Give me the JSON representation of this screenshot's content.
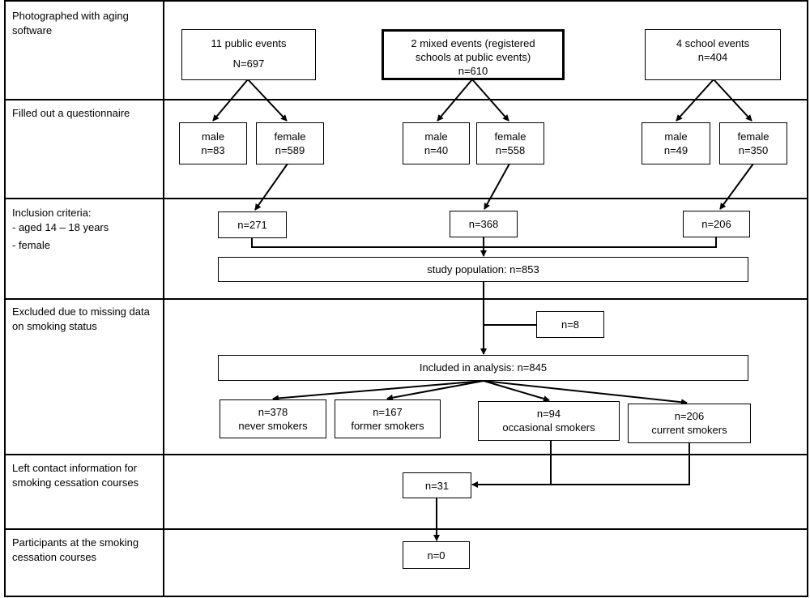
{
  "rows": [
    {
      "label": "Photographed with aging software"
    },
    {
      "label": "Filled out a questionnaire"
    },
    {
      "label_lines": [
        "Inclusion criteria:",
        "- aged 14 – 18 years",
        "- female"
      ]
    },
    {
      "label": "Excluded due to missing data on smoking status"
    },
    {
      "label": "Left contact information for smoking cessation courses"
    },
    {
      "label": "Participants at the smoking cessation courses"
    }
  ],
  "events": [
    {
      "title": "11 public events",
      "n": "N=697"
    },
    {
      "title": "2 mixed events (registered schools at public events)",
      "n": "n=610"
    },
    {
      "title": "4 school events",
      "n": "n=404"
    }
  ],
  "gender": [
    {
      "label": "male",
      "n": "n=83"
    },
    {
      "label": "female",
      "n": "n=589"
    },
    {
      "label": "male",
      "n": "n=40"
    },
    {
      "label": "female",
      "n": "n=558"
    },
    {
      "label": "male",
      "n": "n=49"
    },
    {
      "label": "female",
      "n": "n=350"
    }
  ],
  "included": [
    "n=271",
    "n=368",
    "n=206"
  ],
  "study_population": "study population: n=853",
  "excluded": "n=8",
  "analysis": "Included in analysis: n=845",
  "smokers": [
    {
      "n": "n=378",
      "label": "never smokers"
    },
    {
      "n": "n=167",
      "label": "former smokers"
    },
    {
      "n": "n=94",
      "label": "occasional  smokers"
    },
    {
      "n": "n=206",
      "label": "current smokers"
    }
  ],
  "contact": "n=31",
  "participants": "n=0"
}
